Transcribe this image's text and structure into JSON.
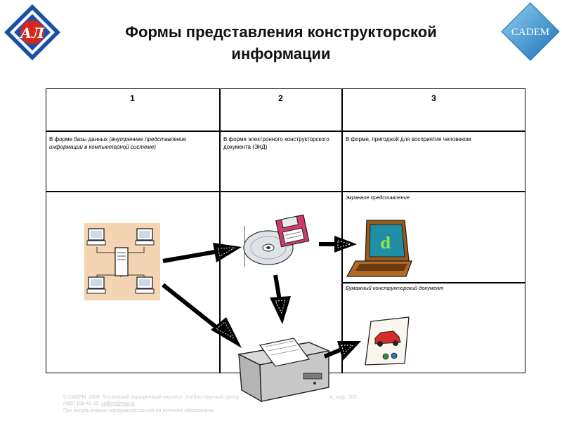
{
  "title": "Формы представления конструкторской информации",
  "logos": {
    "left": {
      "icon": "al-emblem-logo",
      "text": "АЛ",
      "color": "#1e4fa8",
      "accent": "#d8261c"
    },
    "right": {
      "icon": "cadem-diamond-logo",
      "text": "CADEM",
      "color": "#2f86c6"
    }
  },
  "table": {
    "columns": [
      {
        "number": "1",
        "text": "В форме базы данных",
        "note": "(внутреннее представление информации в компьютерной системе)"
      },
      {
        "number": "2",
        "text": "В форме электронного конструкторского документа (ЭКД)",
        "note": ""
      },
      {
        "number": "3",
        "text": "В форме, пригодной для восприятия человеком",
        "note": ""
      }
    ],
    "sublabels": {
      "screen": "Экранное представление",
      "paper": "Бумажный конструкторский документ"
    }
  },
  "illustrations": [
    {
      "name": "database-network-icon"
    },
    {
      "name": "cd-floppy-icon"
    },
    {
      "name": "laptop-icon"
    },
    {
      "name": "printer-icon"
    },
    {
      "name": "paper-drawing-icon"
    }
  ],
  "footer": {
    "line1": "© CADEM, 2008. Московский авиационный институт, Учебно-Научный Центр",
    "line1_end": "к., каф. 203",
    "line2_prefix": "(495) 158-40-35,",
    "line2_link": "cadem@mai.ru",
    "line3": "При использовании материалов ссылка на источник обязательна."
  }
}
